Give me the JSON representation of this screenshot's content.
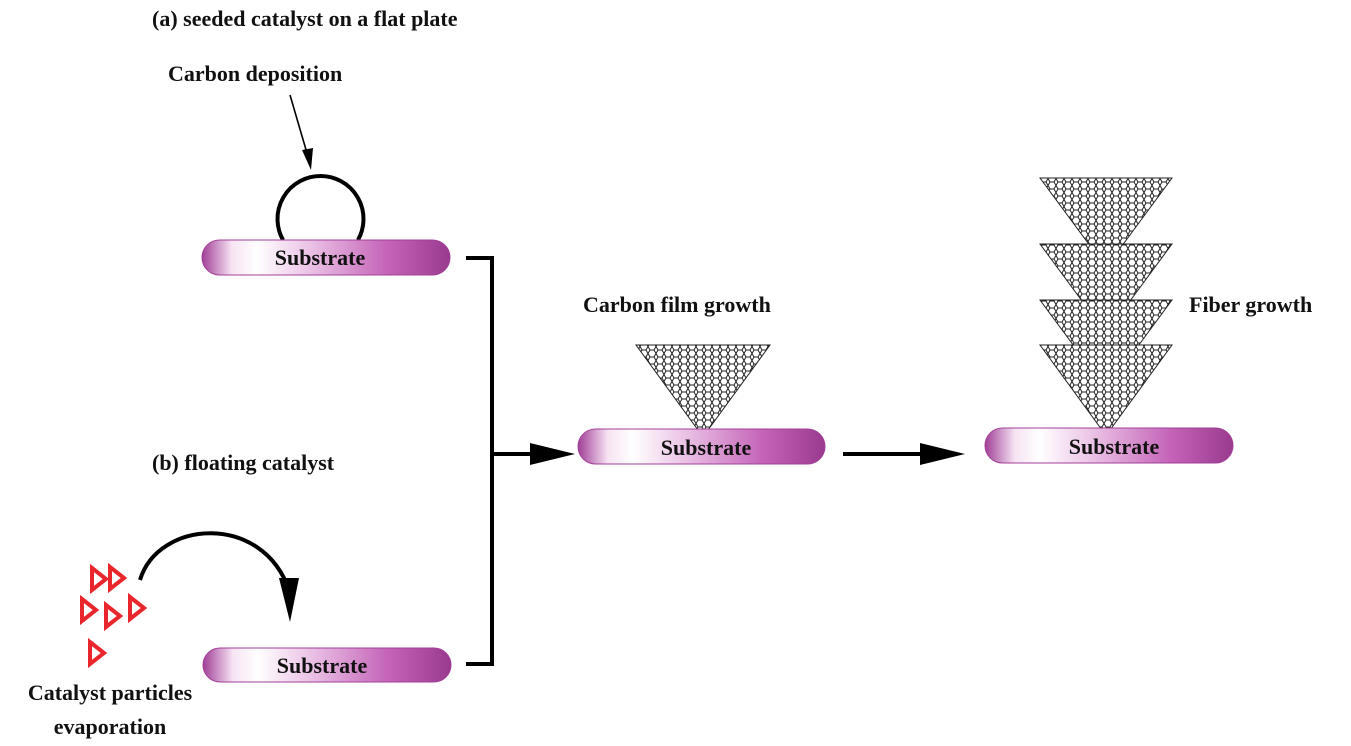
{
  "labels": {
    "panel_a": "(a) seeded catalyst on a flat plate",
    "carbon_deposition": "Carbon deposition",
    "panel_b": "(b) floating catalyst",
    "catalyst_line1": "Catalyst particles",
    "catalyst_line2": "evaporation",
    "carbon_film_growth": "Carbon film growth",
    "fiber_growth": "Fiber growth"
  },
  "substrates": {
    "a": "Substrate",
    "b": "Substrate",
    "film": "Substrate",
    "fiber": "Substrate"
  },
  "colors": {
    "substrate_fill": "#b24ea6",
    "substrate_highlight": "#ffffff",
    "catalyst_particles": "#e8262b",
    "lines": "#000000"
  }
}
